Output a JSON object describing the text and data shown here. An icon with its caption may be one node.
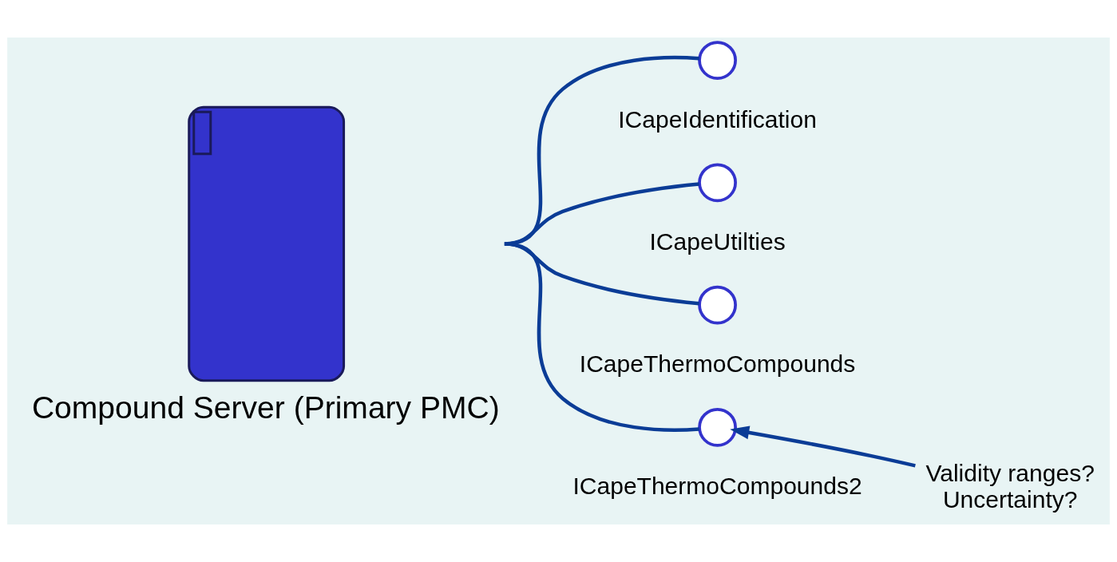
{
  "diagram": {
    "nodes": [
      {
        "text": [
          "Compound Server (Primary PMC)"
        ]
      },
      {
        "text": [],
        "shape": "circle",
        "beside": [
          "ICapeIdentification"
        ]
      },
      {
        "text": [],
        "shape": "circle",
        "beside": [
          "ICapeUtilties"
        ]
      },
      {
        "text": [],
        "shape": "circle",
        "beside": [
          "ICapeThermoCompounds"
        ]
      },
      {
        "text": [],
        "shape": "circle",
        "beside": [
          "ICapeThermoCompounds2"
        ]
      },
      {
        "text": [
          "Validity ranges?",
          "Uncertainty?"
        ]
      }
    ],
    "edges": [
      {
        "from": 0,
        "to": 1,
        "arrow": "none"
      },
      {
        "from": 0,
        "to": 2,
        "arrow": "none"
      },
      {
        "from": 0,
        "to": 3,
        "arrow": "none"
      },
      {
        "from": 0,
        "to": 4,
        "arrow": "none"
      },
      {
        "from": 5,
        "to": 4,
        "arrow": "to"
      }
    ]
  }
}
